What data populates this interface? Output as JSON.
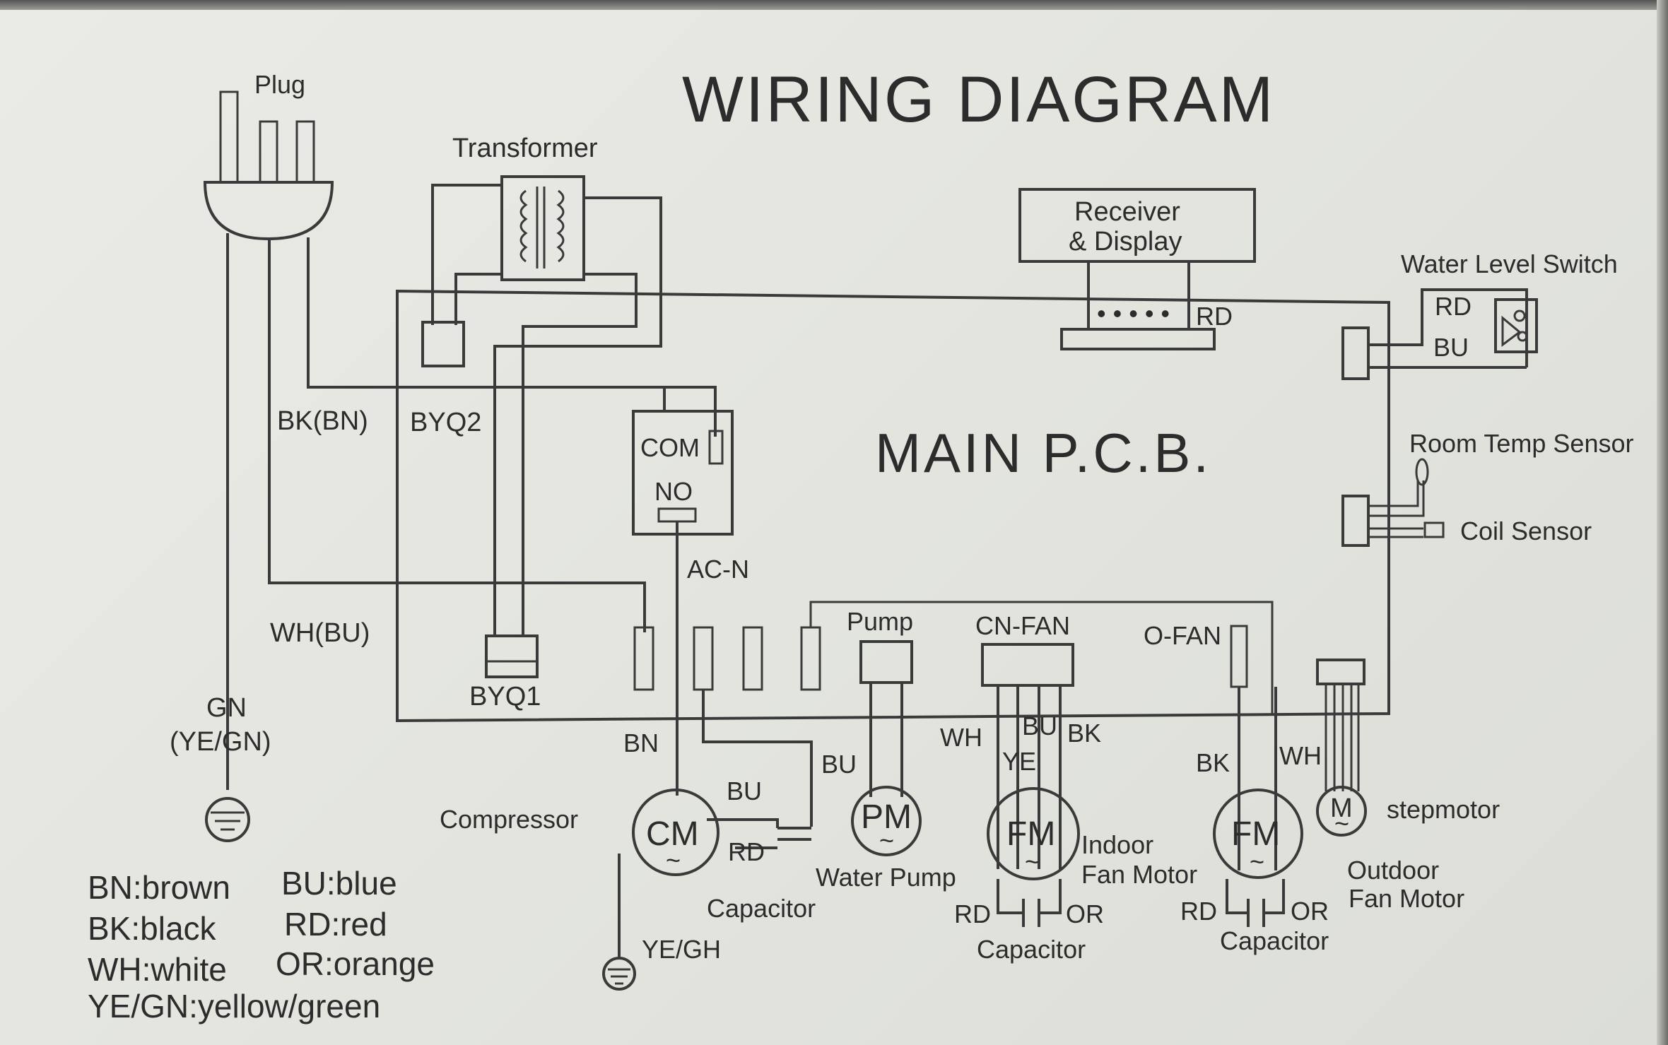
{
  "title": "WIRING DIAGRAM",
  "main_board": "MAIN  P.C.B.",
  "labels": {
    "plug": "Plug",
    "transformer": "Transformer",
    "receiver_line1": "Receiver",
    "receiver_line2": "& Display",
    "receiver_rd": "RD",
    "water_level_switch": "Water Level Switch",
    "wls_rd": "RD",
    "wls_bu": "BU",
    "room_temp_sensor": "Room Temp Sensor",
    "coil_sensor": "Coil Sensor",
    "bk_bn": "BK(BN)",
    "byq2": "BYQ2",
    "wh_bu": "WH(BU)",
    "byq1": "BYQ1",
    "gn": "GN",
    "ye_gn": "(YE/GN)",
    "com": "COM",
    "no": "NO",
    "ac_n": "AC-N",
    "pump": "Pump",
    "cn_fan": "CN-FAN",
    "o_fan": "O-FAN",
    "bn": "BN",
    "bu_pump": "BU",
    "bu_cm": "BU",
    "rd_cm": "RD",
    "wh_fan": "WH",
    "bu_fan": "BU",
    "ye_fan": "YE",
    "bk_fan": "BK",
    "bk_ofan": "BK",
    "wh_ofan": "WH",
    "compressor": "Compressor",
    "cm": "CM",
    "pm": "PM",
    "fm_indoor": "FM",
    "fm_outdoor": "FM",
    "m": "M",
    "tilde": "~",
    "water_pump": "Water Pump",
    "capacitor_cm": "Capacitor",
    "indoor_line1": "Indoor",
    "indoor_line2": "Fan Motor",
    "rd_in": "RD",
    "or_in": "OR",
    "capacitor_in": "Capacitor",
    "rd_out": "RD",
    "or_out": "OR",
    "capacitor_out": "Capacitor",
    "outdoor_line1": "Outdoor",
    "outdoor_line2": "Fan Motor",
    "stepmotor": "stepmotor",
    "ye_gh": "YE/GH"
  },
  "legend": [
    [
      "BN:brown",
      "BU:blue"
    ],
    [
      "BK:black",
      "RD:red"
    ],
    [
      "WH:white",
      "OR:orange"
    ],
    [
      "YE/GN:yellow/green"
    ]
  ],
  "colors": {
    "panel": "#e6e7e1",
    "ink": "#2c2c2c"
  }
}
